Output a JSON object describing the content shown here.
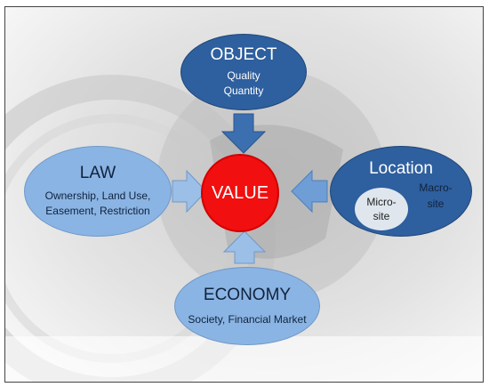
{
  "nodes": {
    "object": {
      "title": "OBJECT",
      "lines": [
        "Quality",
        "Quantity"
      ]
    },
    "law": {
      "title": "LAW",
      "lines": [
        "Ownership, Land Use,",
        "Easement, Restriction"
      ]
    },
    "location": {
      "title": "Location",
      "macro": [
        "Macro-",
        "site"
      ],
      "micro": [
        "Micro-",
        "site"
      ]
    },
    "economy": {
      "title": "ECONOMY",
      "lines": [
        "Society, Financial Market"
      ]
    },
    "value": {
      "label": "VALUE"
    }
  },
  "colors": {
    "dark_blue": "#2e5f9e",
    "light_blue": "#8ab4e3",
    "value_red": "#f20f0f",
    "micro_grey": "#dfe6ee"
  },
  "icons": {
    "arrow": "block-arrow-icon"
  }
}
